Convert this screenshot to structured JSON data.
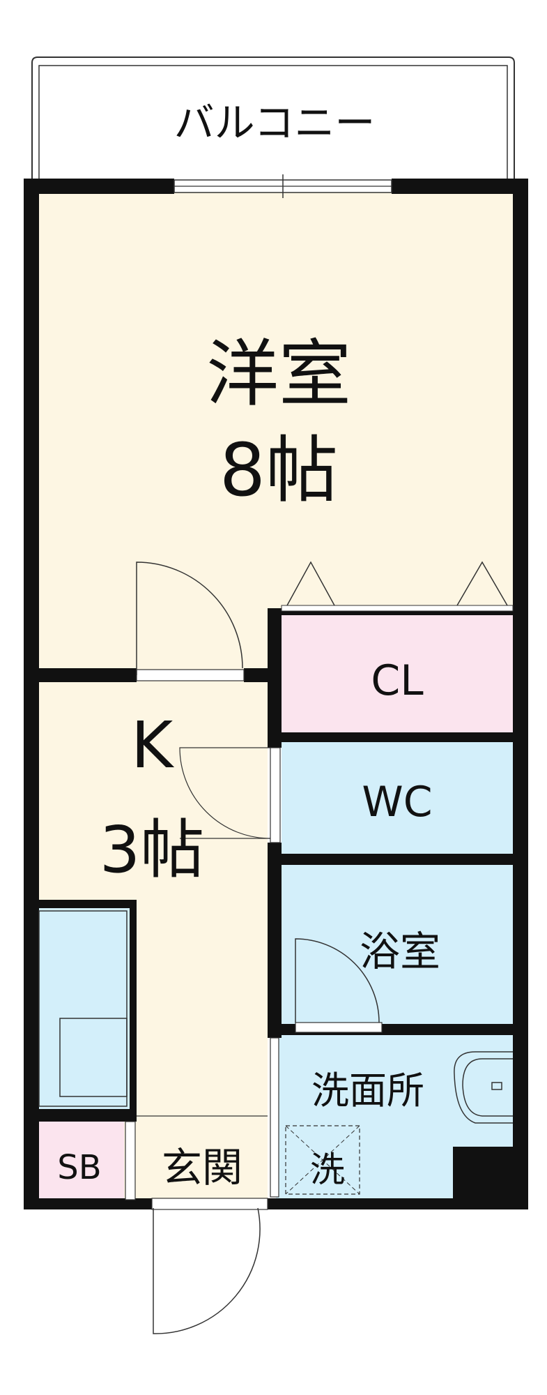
{
  "rooms": {
    "balcony": {
      "label": "バルコニー"
    },
    "western": {
      "name": "洋室",
      "size": "8帖"
    },
    "closet": {
      "label": "CL"
    },
    "kitchen": {
      "name": "K",
      "size": "3帖"
    },
    "wc": {
      "label": "WC"
    },
    "bath": {
      "label": "浴室"
    },
    "washroom": {
      "label": "洗面所"
    },
    "washer": {
      "label": "洗"
    },
    "shoebox": {
      "label": "SB"
    },
    "entrance": {
      "label": "玄関"
    }
  },
  "colors": {
    "wall": "#111111",
    "western_fill": "#fdf6e3",
    "kitchen_fill": "#fdf6e3",
    "closet_fill": "#fbe4ee",
    "wet_fill": "#d3effa",
    "shoebox_fill": "#fbe4ee"
  }
}
